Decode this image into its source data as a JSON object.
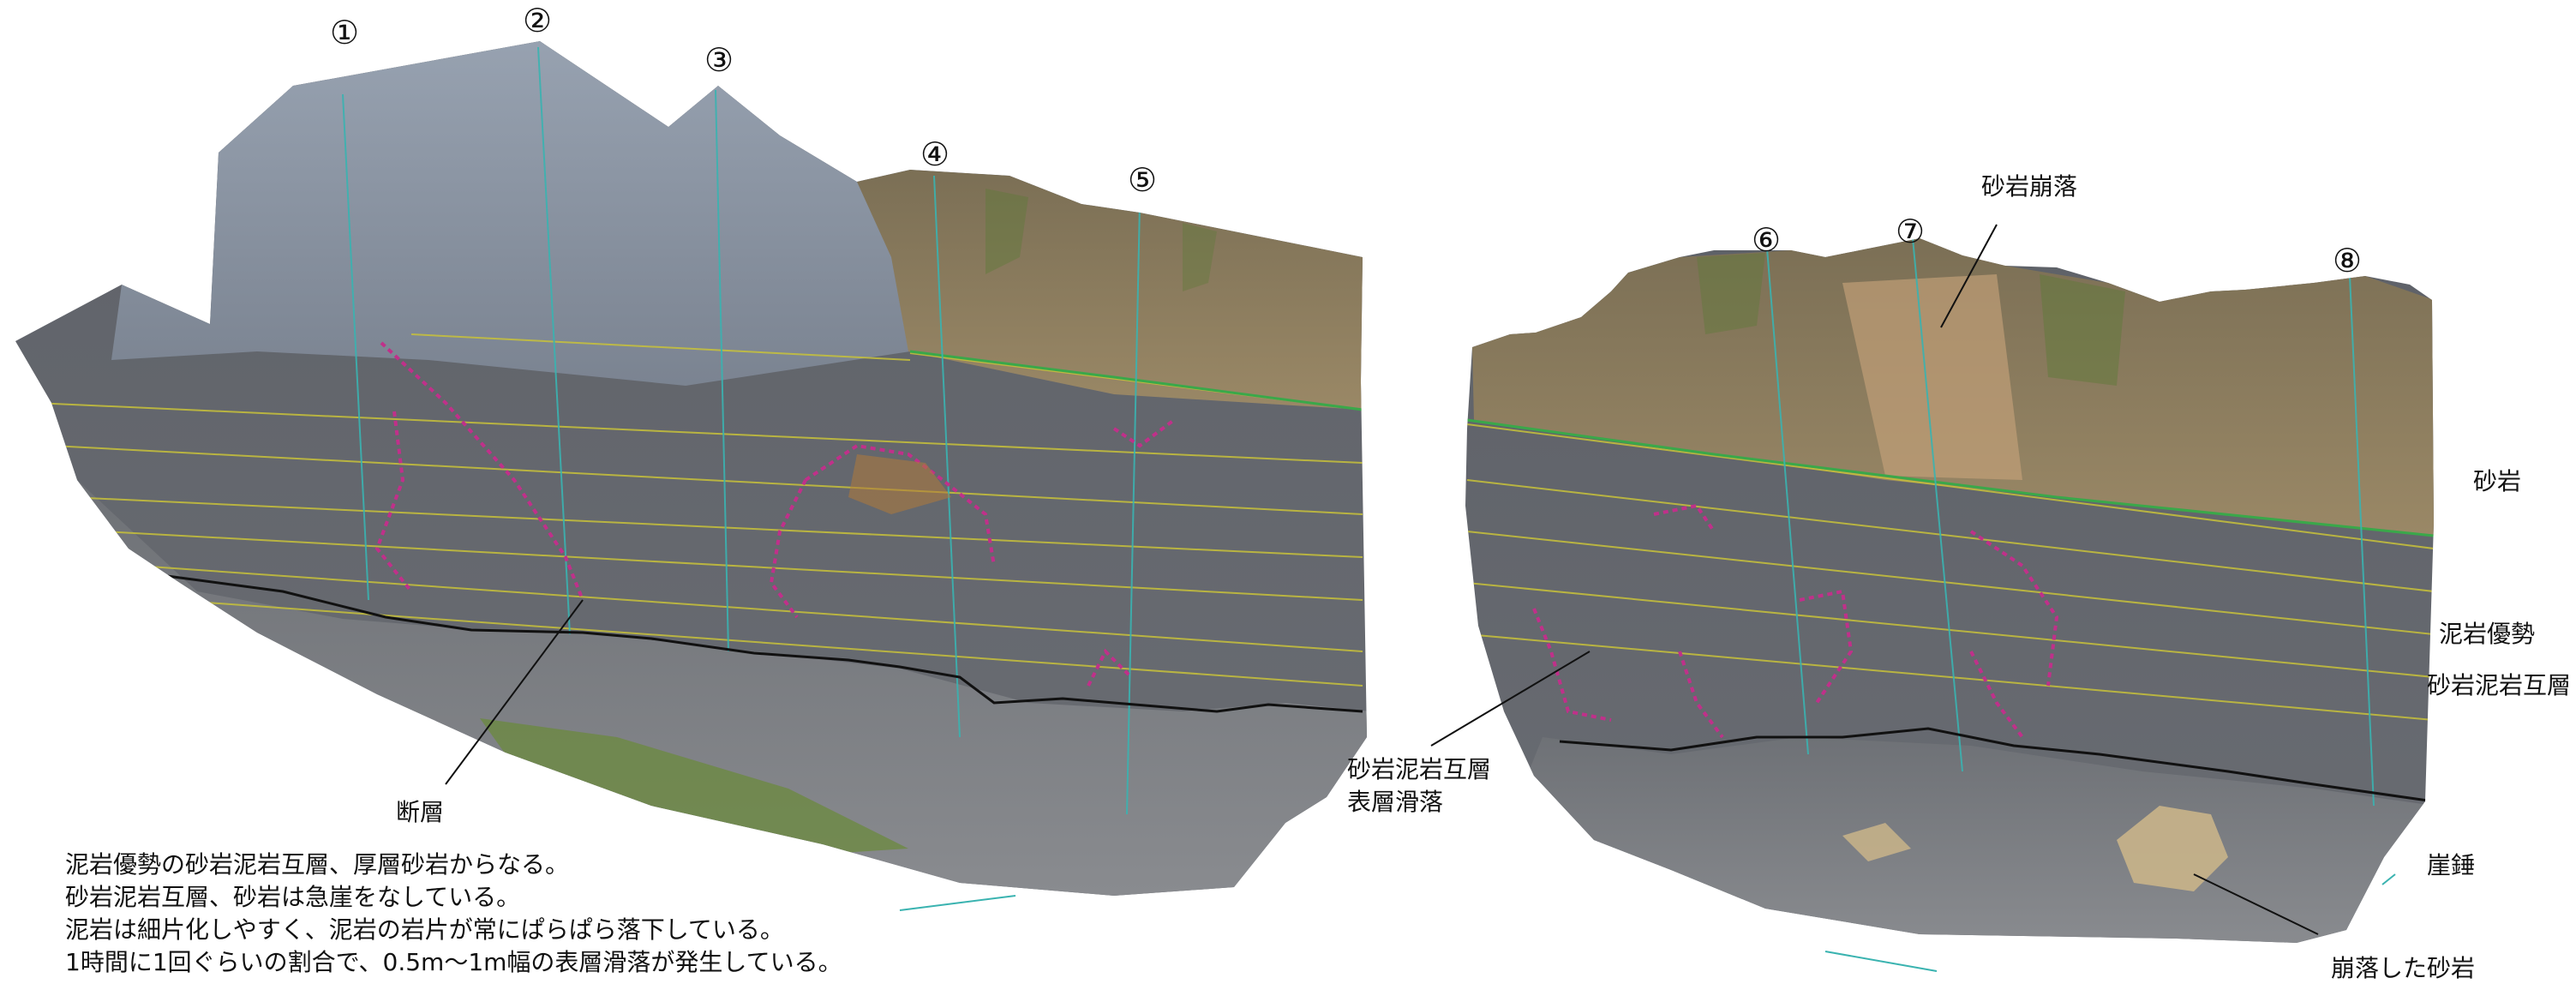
{
  "section_markers": [
    "①",
    "②",
    "③",
    "④",
    "⑤",
    "⑥",
    "⑦",
    "⑧"
  ],
  "annotations": {
    "fault": "断層",
    "sandstone_collapse": "砂岩崩落",
    "surface_slide_line1": "砂岩泥岩互層",
    "surface_slide_line2": "表層滑落",
    "collapsed_sandstone": "崩落した砂岩"
  },
  "stratigraphy": {
    "sandstone": "砂岩",
    "mudstone_dominant": "泥岩優勢",
    "alternating_layers": "砂岩泥岩互層",
    "talus": "崖錘"
  },
  "description": [
    "泥岩優勢の砂岩泥岩互層、厚層砂岩からなる。",
    "砂岩泥岩互層、砂岩は急崖をなしている。",
    "泥岩は細片化しやすく、泥岩の岩片が常にぱらぱら落下している。",
    "1時間に1回ぐらいの割合で、0.5m～1m幅の表層滑落が発生している。"
  ],
  "colors": {
    "sandstone": "#8a7a5a",
    "mudstone": "#5d6066",
    "talus": "#7c7f84",
    "bedding_line": "#c8c23a",
    "failure_outline": "#c0308a",
    "survey_line": "#3ab3b0",
    "vegetation": "#5f7a3a"
  }
}
